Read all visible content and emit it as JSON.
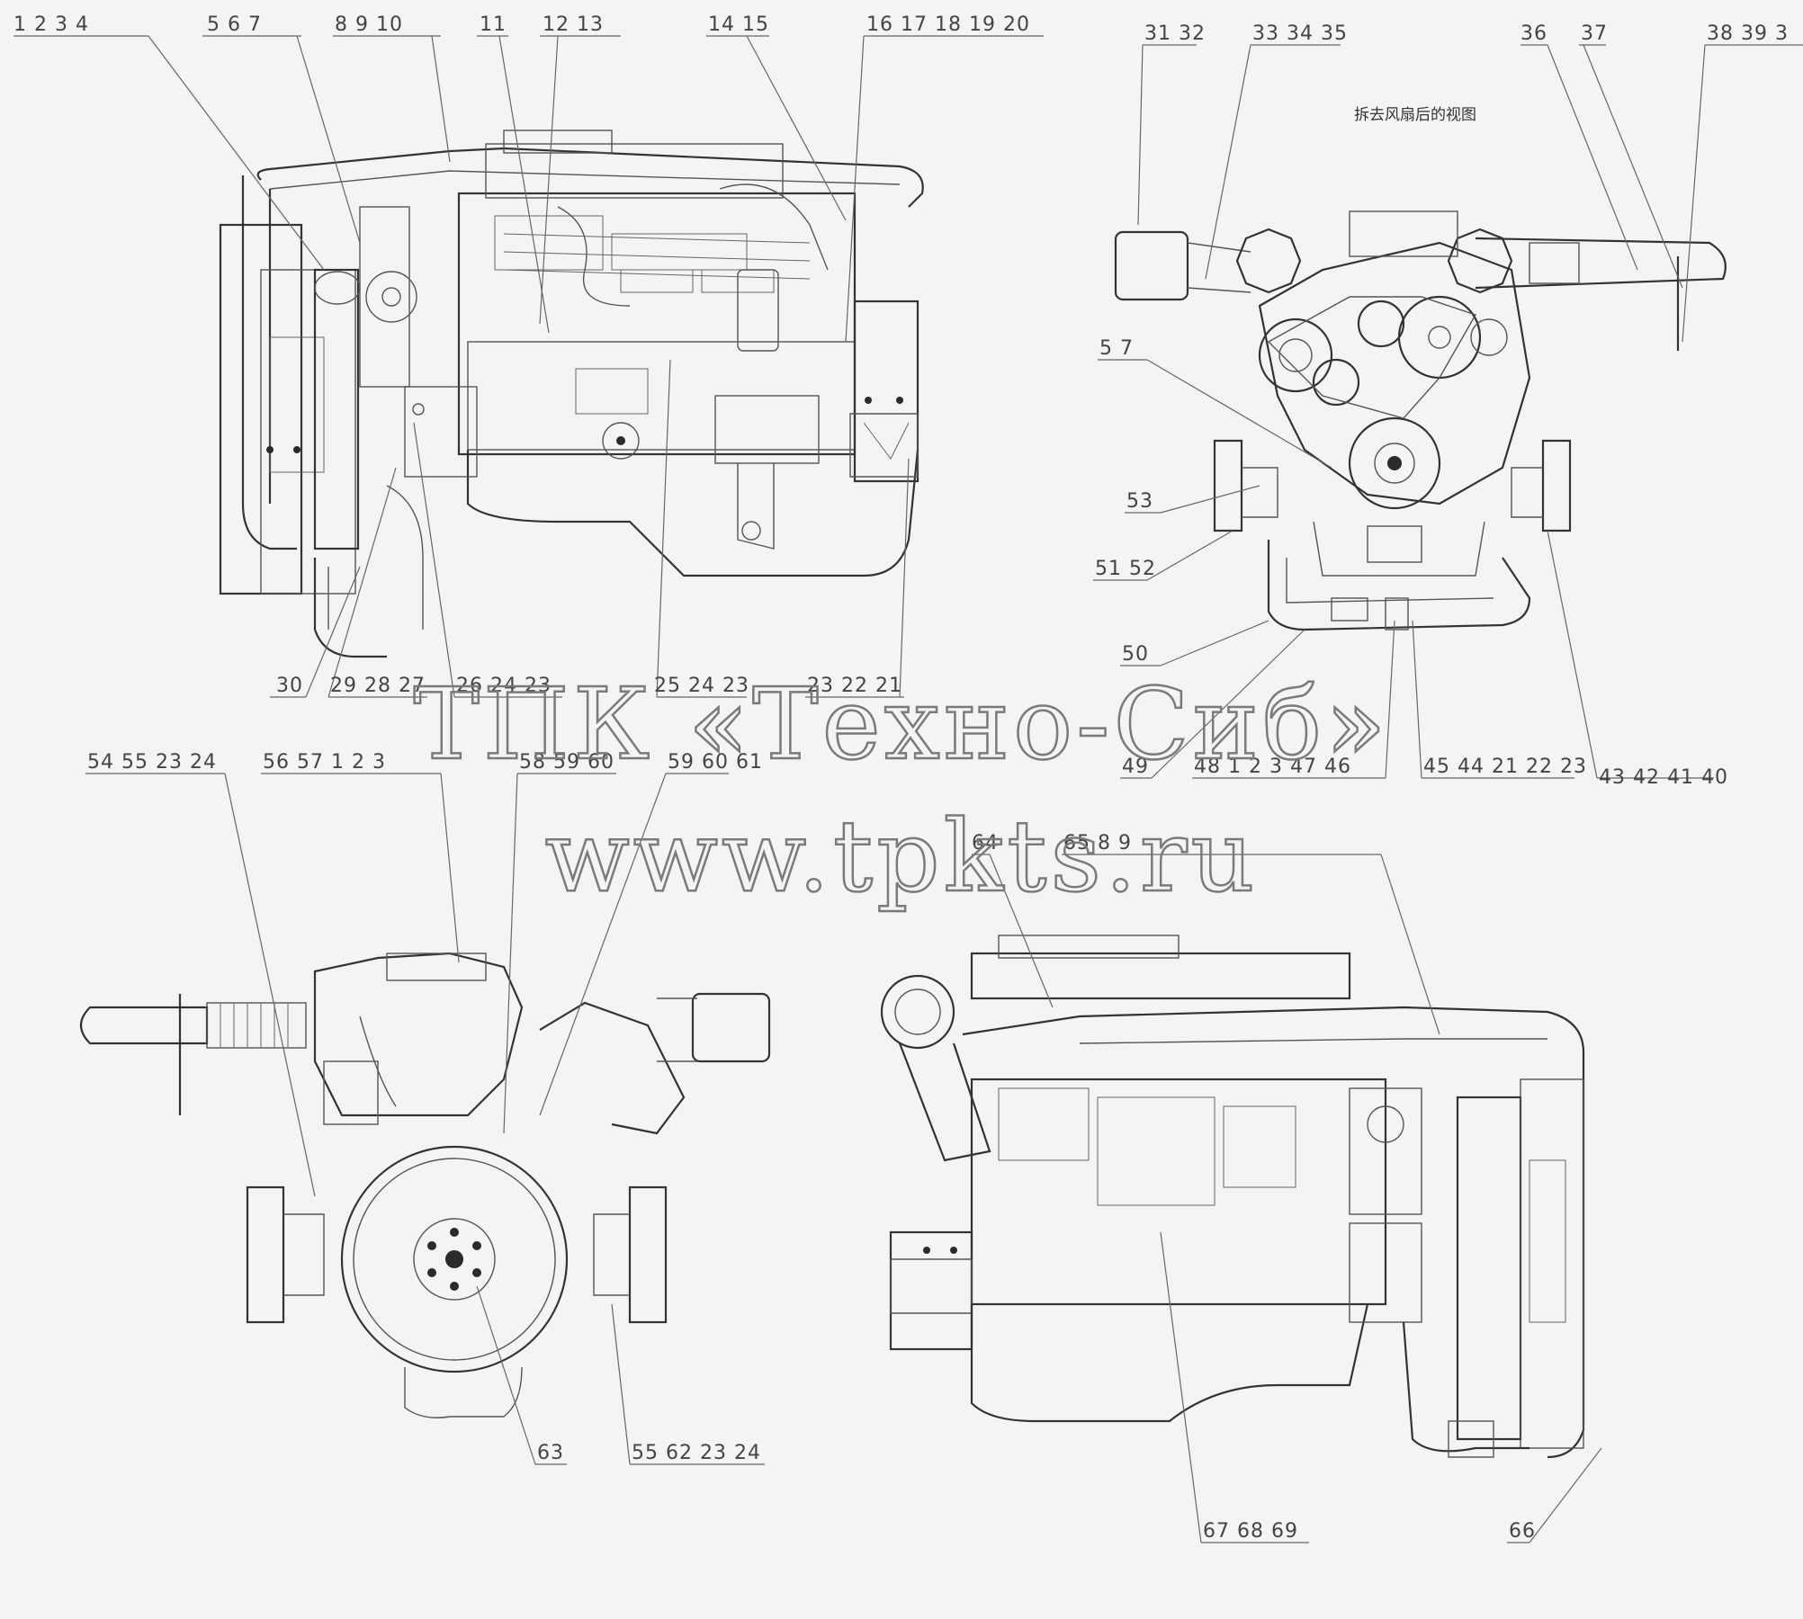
{
  "watermark": {
    "line1": "ТПК «Техно-Сиб»",
    "line2": "www.tpkts.ru"
  },
  "view_note": "拆去风扇后的视图",
  "callouts": {
    "c1": "1  2  3  4",
    "c2": "5  6  7",
    "c3": "8  9  10",
    "c4": "11",
    "c5": "12  13",
    "c6": "14  15",
    "c7": "16  17  18  19  20",
    "c8": "31  32",
    "c9": "33  34  35",
    "c10": "36",
    "c11": "37",
    "c12": "38  39  3",
    "c13": "5  7",
    "c14": "53",
    "c15": "51  52",
    "c16": "50",
    "c17": "49",
    "c18": "48  1  2  3  47  46",
    "c19": "45  44  21  22  23",
    "c20": "43  42  41  40",
    "c21": "30",
    "c22": "29  28  27",
    "c23": "26  24  23",
    "c24": "25  24  23",
    "c25": "23  22  21",
    "c26": "54  55  23  24",
    "c27": "56  57  1  2  3",
    "c28": "58  59  60",
    "c29": "59  60  61",
    "c30": "64",
    "c31": "65  8  9",
    "c32": "63",
    "c33": "55  62  23  24",
    "c34": "67  68  69",
    "c35": "66"
  }
}
